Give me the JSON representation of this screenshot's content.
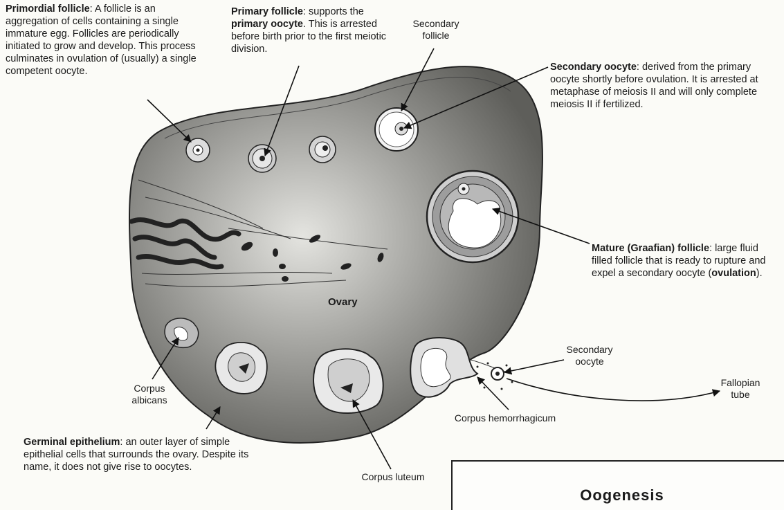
{
  "labels": {
    "primordial": {
      "term": "Primordial follicle",
      "text": ": A follicle is an aggregation of cells containing a single immature egg. Follicles are periodically initiated to grow and develop. This process culminates in ovulation of (usually) a single competent oocyte."
    },
    "primary": {
      "term": "Primary follicle",
      "text_a": ": supports the ",
      "term2": "primary oocyte",
      "text_b": ". This is arrested before birth prior to the first meiotic division."
    },
    "secondary_follicle": "Secondary follicle",
    "secondary_oocyte": {
      "term": "Secondary oocyte",
      "text": ": derived from the primary oocyte shortly before ovulation. It is arrested at metaphase of meiosis II and will only complete meiosis II if fertilized."
    },
    "mature": {
      "term": "Mature (Graafian) follicle",
      "text_a": ": large fluid filled follicle that is ready to rupture and expel a secondary oocyte (",
      "term2": "ovulation",
      "text_b": ")."
    },
    "ovary": "Ovary",
    "secondary_oocyte_small": "Secondary oocyte",
    "fallopian": "Fallopian tube",
    "corpus_albicans": "Corpus albicans",
    "corpus_hemorrhagicum": "Corpus hemorrhagicum",
    "corpus_luteum": "Corpus luteum",
    "germinal": {
      "term": "Germinal epithelium",
      "text": ": an outer layer of simple epithelial cells that surrounds the ovary. Despite its name, it does not give rise to oocytes."
    }
  },
  "box_title": "Oogenesis"
}
